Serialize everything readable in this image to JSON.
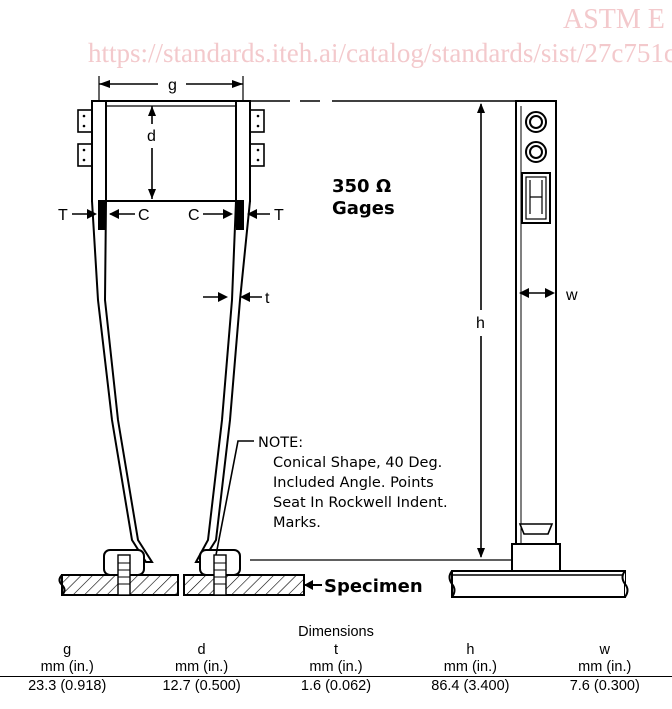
{
  "watermark": {
    "title": "ASTM E",
    "url": "https://standards.iteh.ai/catalog/standards/sist/27c751c"
  },
  "figure": {
    "labels": {
      "g": "g",
      "d": "d",
      "T": "T",
      "C": "C",
      "t": "t",
      "h": "h",
      "w": "w"
    },
    "gage_title_line1": "350 Ω",
    "gage_title_line2": "Gages",
    "note_lines": [
      "NOTE:",
      "Conical Shape, 40 Deg.",
      "Included Angle. Points",
      "Seat In Rockwell Indent.",
      "Marks."
    ],
    "specimen_label": "Specimen"
  },
  "table": {
    "caption": "Dimensions",
    "headers": [
      "g",
      "d",
      "t",
      "h",
      "w"
    ],
    "units": [
      "mm (in.)",
      "mm (in.)",
      "mm (in.)",
      "mm (in.)",
      "mm (in.)"
    ],
    "values": [
      "23.3 (0.918)",
      "12.7 (0.500)",
      "1.6 (0.062)",
      "86.4 (3.400)",
      "7.6 (0.300)"
    ]
  }
}
